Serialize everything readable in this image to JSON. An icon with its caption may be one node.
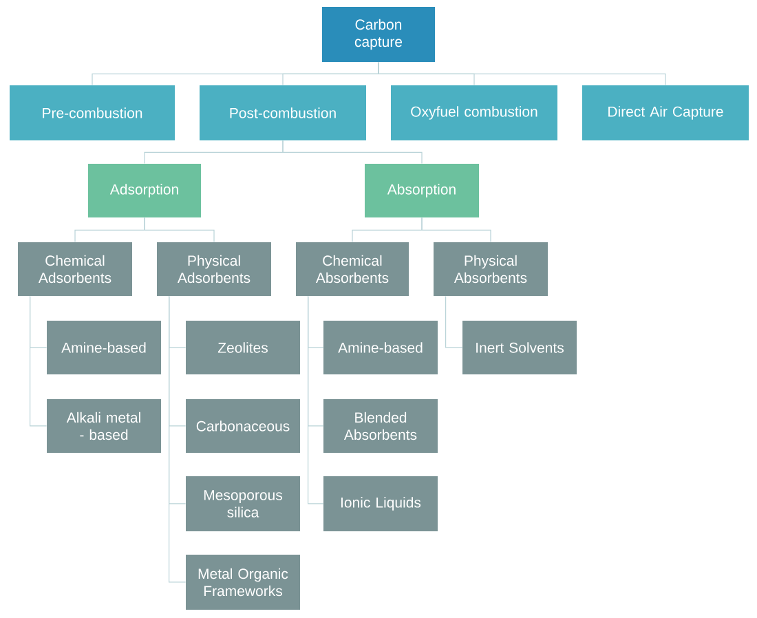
{
  "diagram": {
    "nodes": [
      {
        "text": [
          "Carbon capture"
        ]
      },
      {
        "text": [
          "Pre-combustion"
        ]
      },
      {
        "text": [
          "Post-combustion"
        ]
      },
      {
        "text": [
          "Oxyfuel combustion"
        ]
      },
      {
        "text": [
          "Direct Air Capture"
        ]
      },
      {
        "text": [
          "Adsorption"
        ]
      },
      {
        "text": [
          "Absorption"
        ]
      },
      {
        "text": [
          "Chemical Adsorbents"
        ]
      },
      {
        "text": [
          "Physical Adsorbents"
        ]
      },
      {
        "text": [
          "Chemical Absorbents"
        ]
      },
      {
        "text": [
          "Physical Absorbents"
        ]
      },
      {
        "text": [
          "Amine-based"
        ]
      },
      {
        "text": [
          "Alkali metal - based"
        ]
      },
      {
        "text": [
          "Zeolites"
        ]
      },
      {
        "text": [
          "Carbonaceous"
        ]
      },
      {
        "text": [
          "Mesoporous silica"
        ]
      },
      {
        "text": [
          "Metal Organic Frameworks"
        ]
      },
      {
        "text": [
          "Amine-based"
        ]
      },
      {
        "text": [
          "Blended Absorbents"
        ]
      },
      {
        "text": [
          "Ionic Liquids"
        ]
      },
      {
        "text": [
          "Inert Solvents"
        ]
      }
    ],
    "edges": [
      {
        "from": 0,
        "to": 1,
        "arrow": "none"
      },
      {
        "from": 0,
        "to": 2,
        "arrow": "none"
      },
      {
        "from": 0,
        "to": 3,
        "arrow": "none"
      },
      {
        "from": 0,
        "to": 4,
        "arrow": "none"
      },
      {
        "from": 2,
        "to": 5,
        "arrow": "none"
      },
      {
        "from": 2,
        "to": 6,
        "arrow": "none"
      },
      {
        "from": 5,
        "to": 7,
        "arrow": "none"
      },
      {
        "from": 5,
        "to": 8,
        "arrow": "none"
      },
      {
        "from": 6,
        "to": 9,
        "arrow": "none"
      },
      {
        "from": 6,
        "to": 10,
        "arrow": "none"
      },
      {
        "from": 7,
        "to": 11,
        "arrow": "none"
      },
      {
        "from": 7,
        "to": 12,
        "arrow": "none"
      },
      {
        "from": 8,
        "to": 13,
        "arrow": "none"
      },
      {
        "from": 8,
        "to": 14,
        "arrow": "none"
      },
      {
        "from": 8,
        "to": 15,
        "arrow": "none"
      },
      {
        "from": 8,
        "to": 16,
        "arrow": "none"
      },
      {
        "from": 9,
        "to": 17,
        "arrow": "none"
      },
      {
        "from": 9,
        "to": 18,
        "arrow": "none"
      },
      {
        "from": 9,
        "to": 19,
        "arrow": "none"
      },
      {
        "from": 10,
        "to": 20,
        "arrow": "none"
      }
    ]
  }
}
